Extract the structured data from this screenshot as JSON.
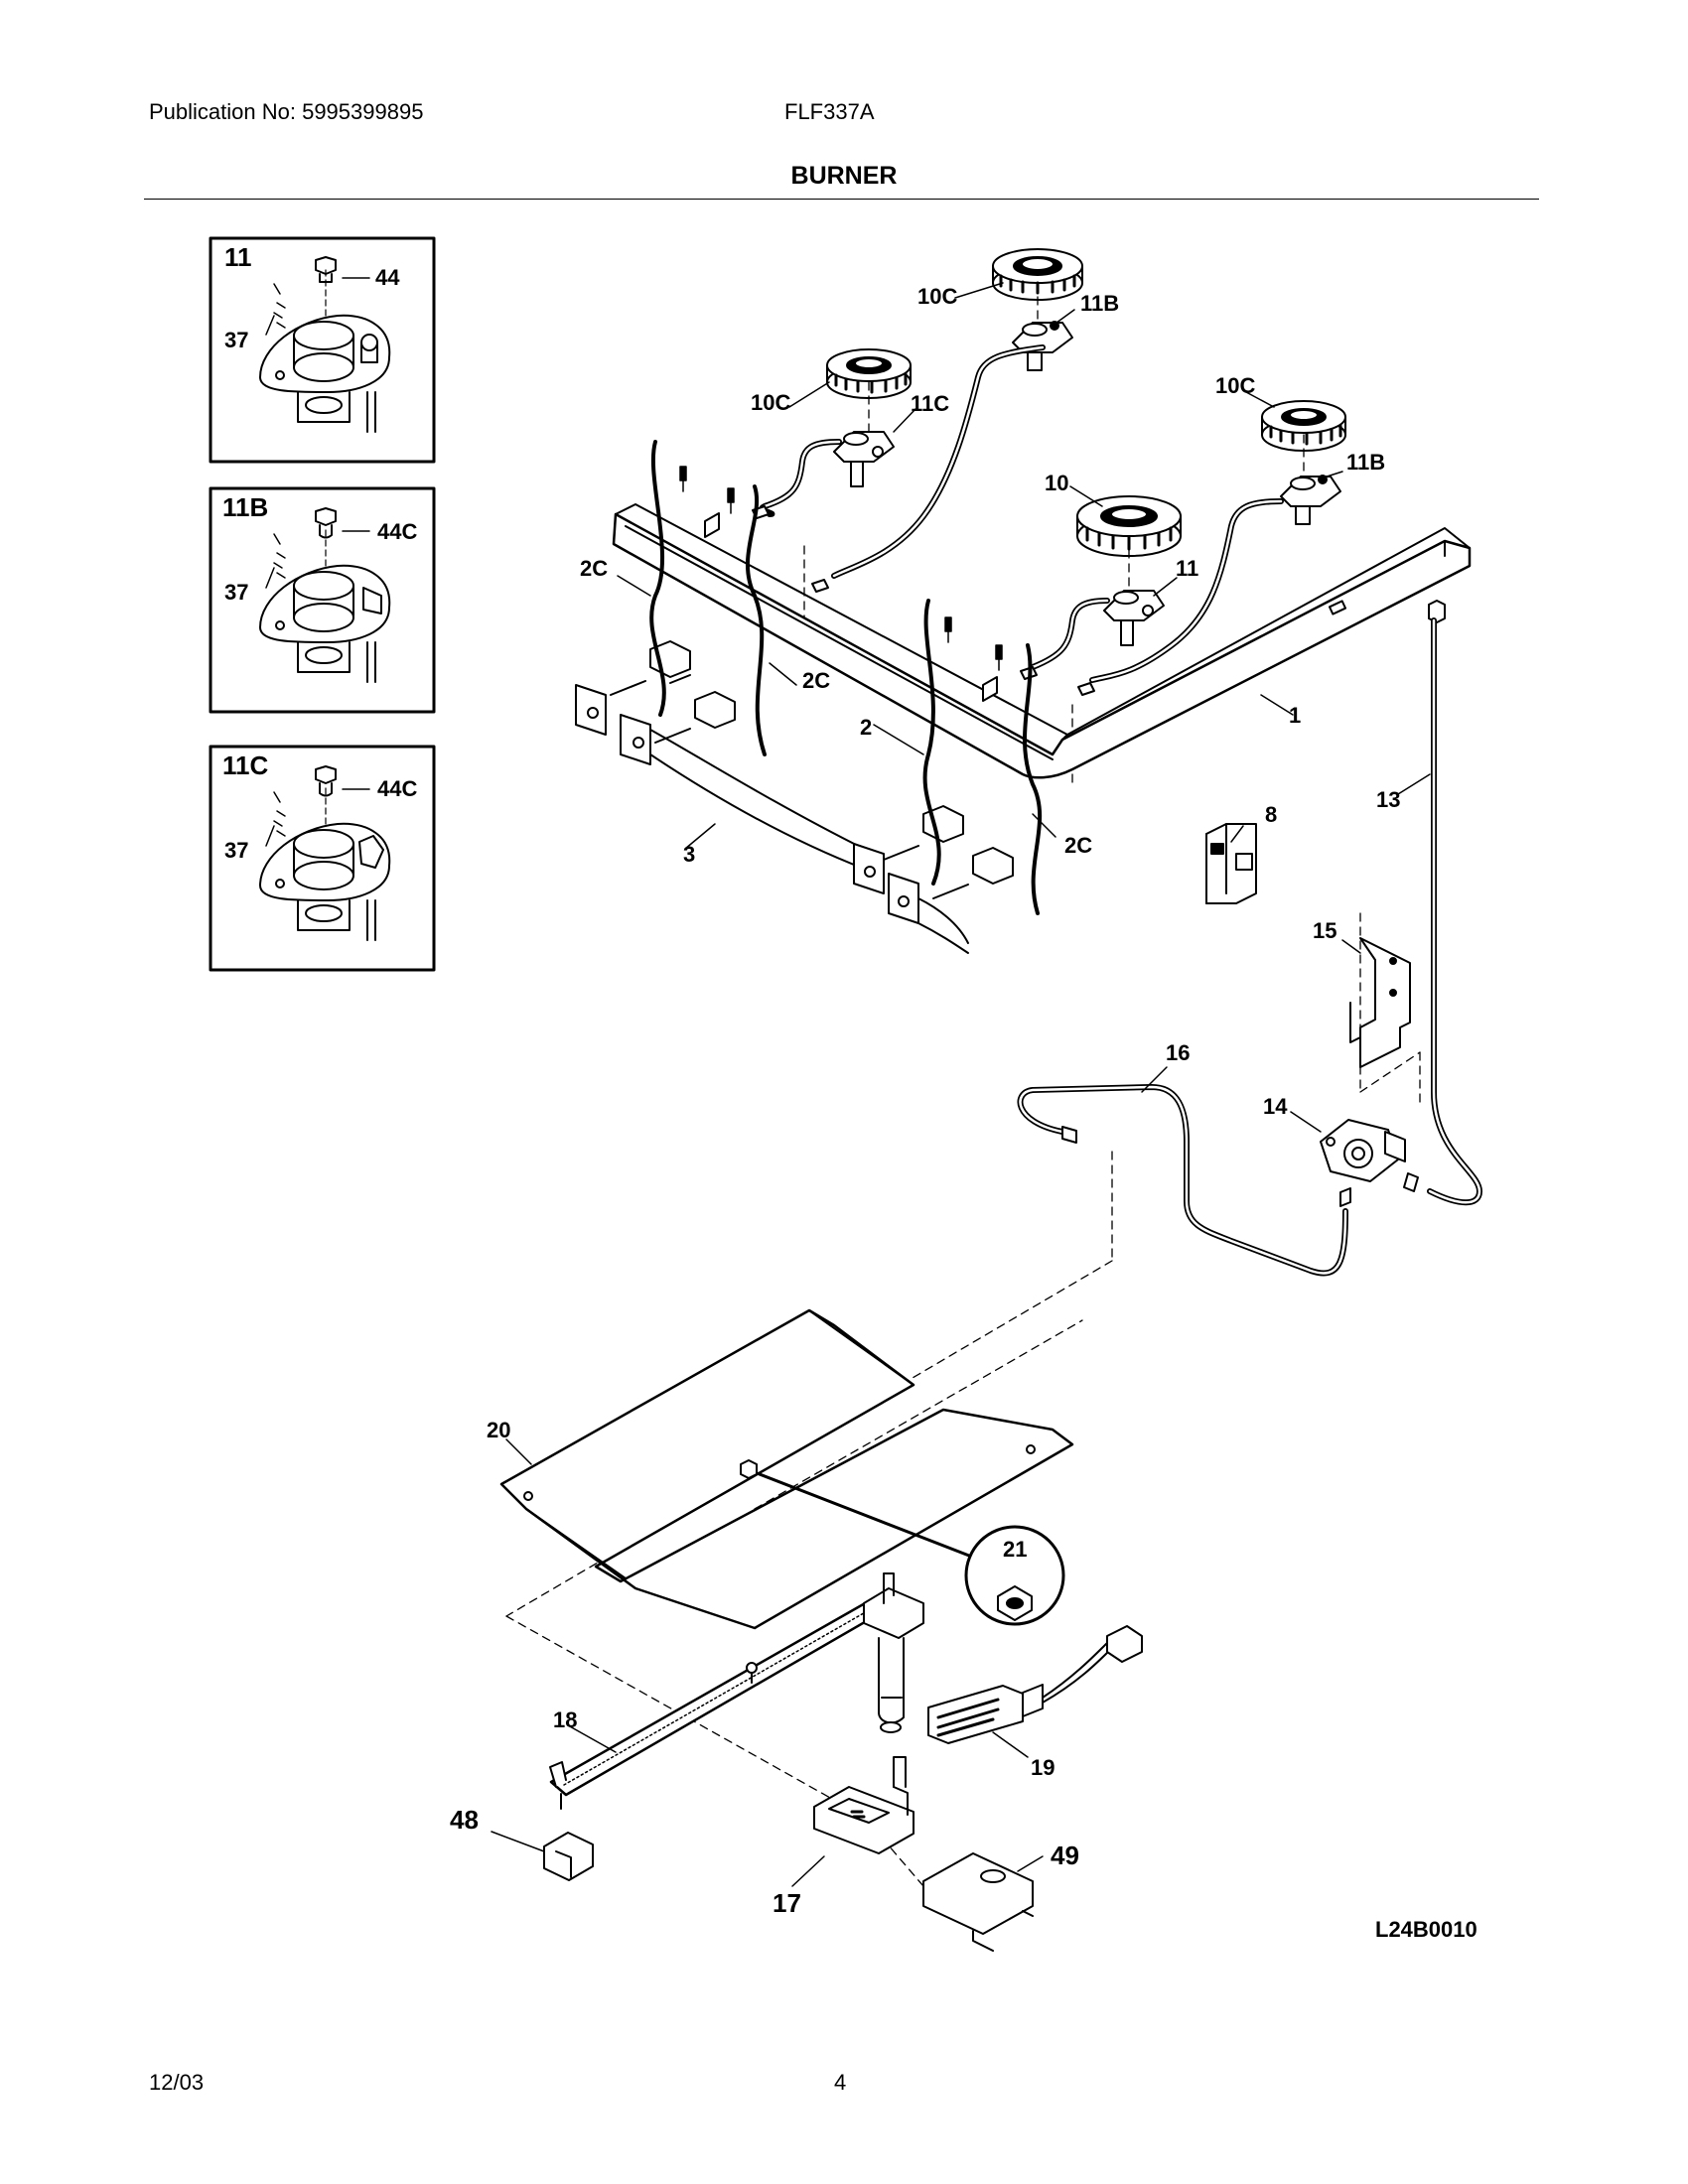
{
  "header": {
    "publication": "Publication No: 5995399895",
    "model": "FLF337A",
    "section_title": "BURNER"
  },
  "footer": {
    "date": "12/03",
    "page_number": "4"
  },
  "diagram_code": "L24B0010",
  "inset_boxes": [
    {
      "id": "11",
      "parts": [
        "44",
        "37"
      ]
    },
    {
      "id": "11B",
      "parts": [
        "44C",
        "37"
      ]
    },
    {
      "id": "11C",
      "parts": [
        "44C",
        "37"
      ]
    }
  ],
  "callouts": [
    "10C",
    "11B",
    "10C",
    "11C",
    "10C",
    "11B",
    "10",
    "11",
    "2C",
    "2C",
    "2",
    "2C",
    "1",
    "3",
    "8",
    "13",
    "15",
    "16",
    "14",
    "20",
    "21",
    "18",
    "19",
    "48",
    "17",
    "49"
  ]
}
